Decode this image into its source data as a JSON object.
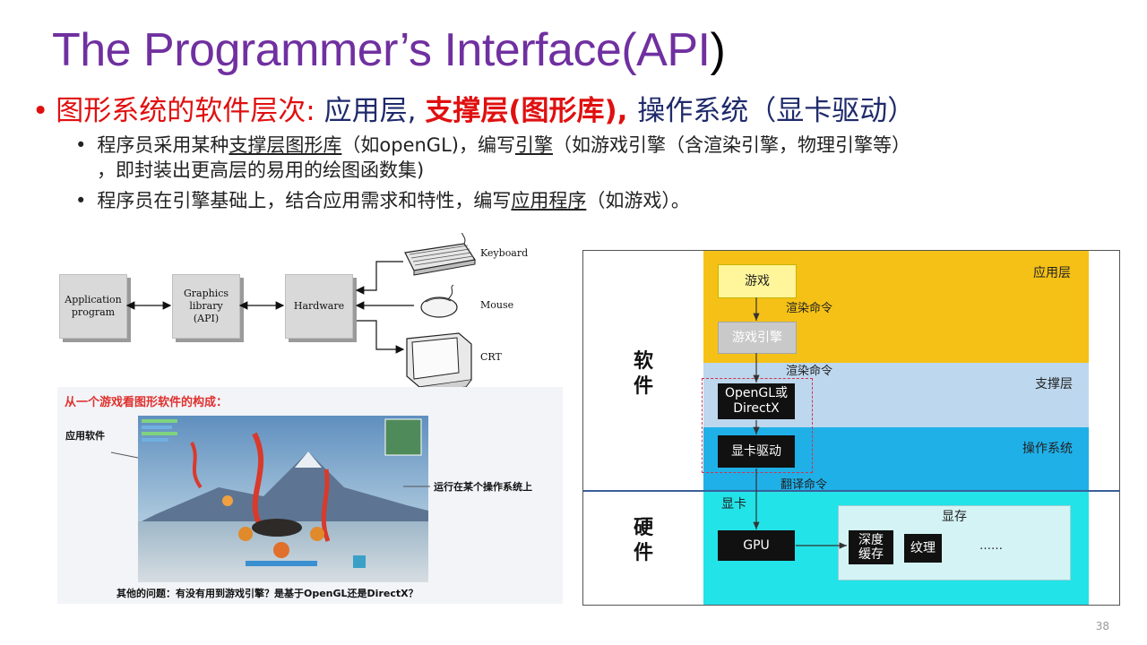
{
  "slide": {
    "title_main": "The Programmer’s Interface(API",
    "title_close": ")",
    "bullet1": {
      "part1": "图形系统的软件层次: ",
      "part2": "应用层, ",
      "part3": "支撑层(图形库), ",
      "part4": "操作系统（显卡驱动）"
    },
    "sub1": {
      "t1": "程序员采用某种",
      "t2": "支撑层图形库",
      "t3": "（如openGL)，编写",
      "t4": "引擎",
      "t5": "（如游戏引擎（含渲染引擎，物理引擎等）",
      "t6": "，即封装出更高层的易用的绘图函数集)"
    },
    "sub2": {
      "t1": "程序员在引擎基础上，结合应用需求和特性，编写",
      "t2": "应用程序",
      "t3": "（如游戏）。"
    },
    "page_number": "38"
  },
  "left_diagram": {
    "app_box": "Application program",
    "app_line1": "Application",
    "app_line2": "program",
    "gl_line1": "Graphics",
    "gl_line2": "library",
    "gl_line3": "(API)",
    "hw_box": "Hardware",
    "keyboard": "Keyboard",
    "mouse": "Mouse",
    "crt": "CRT"
  },
  "game_panel": {
    "title": "从一个游戏看图形软件的构成：",
    "app_software": "应用软件",
    "runs_on_os": "运行在某个操作系统上",
    "question": "其他的问题：有没有用到游戏引擎？是基于OpenGL还是DirectX？"
  },
  "arch_diagram": {
    "layer_app": "应用层",
    "layer_support": "支撑层",
    "layer_os": "操作系统",
    "game": "游戏",
    "render_cmd_1": "渲染命令",
    "game_engine": "游戏引擎",
    "render_cmd_2": "渲染命令",
    "opengl_line1": "OpenGL或",
    "opengl_line2": "DirectX",
    "driver": "显卡驱动",
    "translate_cmd": "翻译命令",
    "gpu_card": "显卡",
    "vram": "显存",
    "gpu": "GPU",
    "depth_line1": "深度",
    "depth_line2": "缓存",
    "texture": "纹理",
    "ellipsis": "……",
    "software_1": "软",
    "software_2": "件",
    "hardware_1": "硬",
    "hardware_2": "件"
  }
}
